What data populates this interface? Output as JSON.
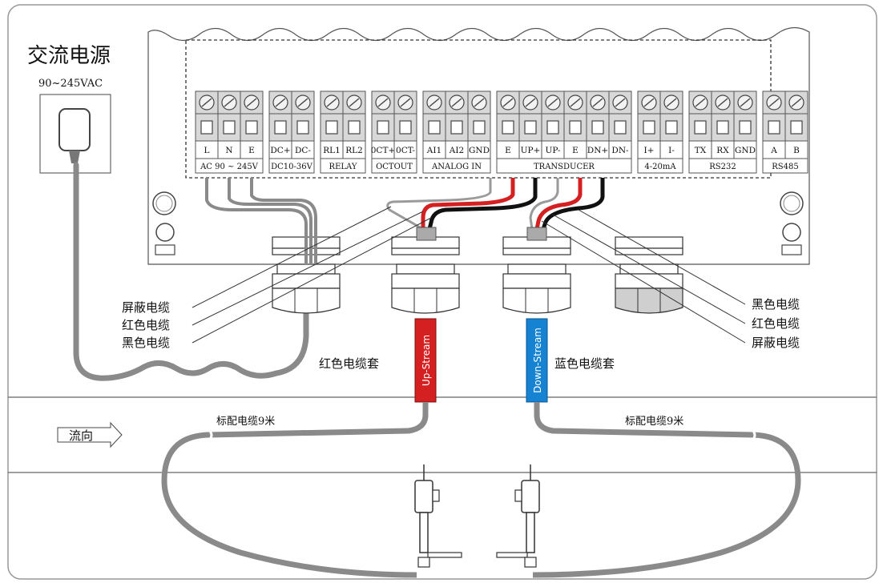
{
  "title": "交流电源",
  "voltage": "90~245VAC",
  "terminal_groups": [
    {
      "terminals": [
        "L",
        "N",
        "E"
      ],
      "label": "AC 90 ~ 245V"
    },
    {
      "terminals": [
        "DC+",
        "DC-"
      ],
      "label": "DC10-36V"
    },
    {
      "terminals": [
        "RL1",
        "RL2"
      ],
      "label": "RELAY"
    },
    {
      "terminals": [
        "0CT+",
        "0CT-"
      ],
      "label": "OCTOUT"
    },
    {
      "terminals": [
        "AI1",
        "AI2",
        "GND"
      ],
      "label": "ANALOG IN"
    },
    {
      "terminals": [
        "E",
        "UP+",
        "UP-",
        "E",
        "DN+",
        "DN-"
      ],
      "label": "TRANSDUCER"
    },
    {
      "terminals": [
        "I+",
        "I-"
      ],
      "label": "4-20mA"
    },
    {
      "terminals": [
        "TX",
        "RX",
        "GND"
      ],
      "label": "RS232"
    },
    {
      "terminals": [
        "A",
        "B"
      ],
      "label": "RS485"
    }
  ],
  "left_callouts": [
    "屏蔽电缆",
    "红色电缆",
    "黑色电缆"
  ],
  "right_callouts": [
    "黑色电缆",
    "红色电缆",
    "屏蔽电缆"
  ],
  "upstream": {
    "sleeve_label": "红色电缆套",
    "sensor_label": "Up-Stream",
    "color": "#d42020"
  },
  "downstream": {
    "sleeve_label": "蓝色电缆套",
    "sensor_label": "Down-Stream",
    "color": "#1583d2"
  },
  "cable_left": "标配电缆9米",
  "cable_right": "标配电缆9米",
  "flow_label": "流向"
}
